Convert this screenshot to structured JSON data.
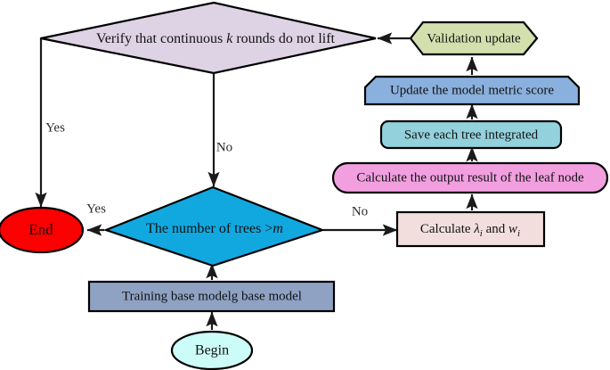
{
  "diagram": {
    "title": "Gradient boosting training flowchart",
    "background": "#ffffff",
    "nodes": {
      "verify": {
        "label_prefix": "Verify that continuous ",
        "label_italic": "k",
        "label_suffix": " rounds do not lift",
        "shape": "diamond",
        "fill": "#ddd3e4",
        "stroke": "#000000",
        "font_size": "16"
      },
      "validation_update": {
        "label": "Validation update",
        "shape": "hexagon",
        "fill": "#d4dfae",
        "stroke": "#000000",
        "font_size": "15"
      },
      "update_metric": {
        "label": "Update the model metric score",
        "shape": "flag-trapezoid",
        "fill": "#8ab0dd",
        "stroke": "#000000",
        "font_size": "15"
      },
      "save_tree": {
        "label": "Save each tree integrated",
        "shape": "rounded-rect",
        "fill": "#93d2dd",
        "stroke": "#000000",
        "font_size": "15"
      },
      "calc_leaf": {
        "label": "Calculate the output result of the leaf node",
        "shape": "stadium",
        "fill": "#f29fe0",
        "stroke": "#000000",
        "font_size": "15"
      },
      "calc_lambda": {
        "label_prefix": "Calculate ",
        "label_symbol": "λ",
        "label_sub1": "i",
        "label_mid": " and ",
        "label_symbol2": "w",
        "label_sub2": "i",
        "shape": "rect",
        "fill": "#f2dfdd",
        "stroke": "#000000",
        "font_size": "15"
      },
      "num_trees": {
        "label_prefix": "The number of trees >",
        "label_italic": "m",
        "shape": "diamond",
        "fill": "#11a8e0",
        "stroke": "#000000",
        "font_size": "16"
      },
      "end": {
        "label": "End",
        "shape": "ellipse",
        "fill": "#fa0000",
        "stroke": "#000000",
        "font_size": "17"
      },
      "training": {
        "label": "Training base modelg base model",
        "shape": "rect",
        "fill": "#8fa2c4",
        "stroke": "#000000",
        "font_size": "15"
      },
      "begin": {
        "label": "Begin",
        "shape": "ellipse",
        "fill": "#ccfcf7",
        "stroke": "#000000",
        "font_size": "16"
      }
    },
    "edge_labels": {
      "verify_yes": "Yes",
      "verify_no": "No",
      "trees_yes": "Yes",
      "trees_no": "No"
    }
  }
}
